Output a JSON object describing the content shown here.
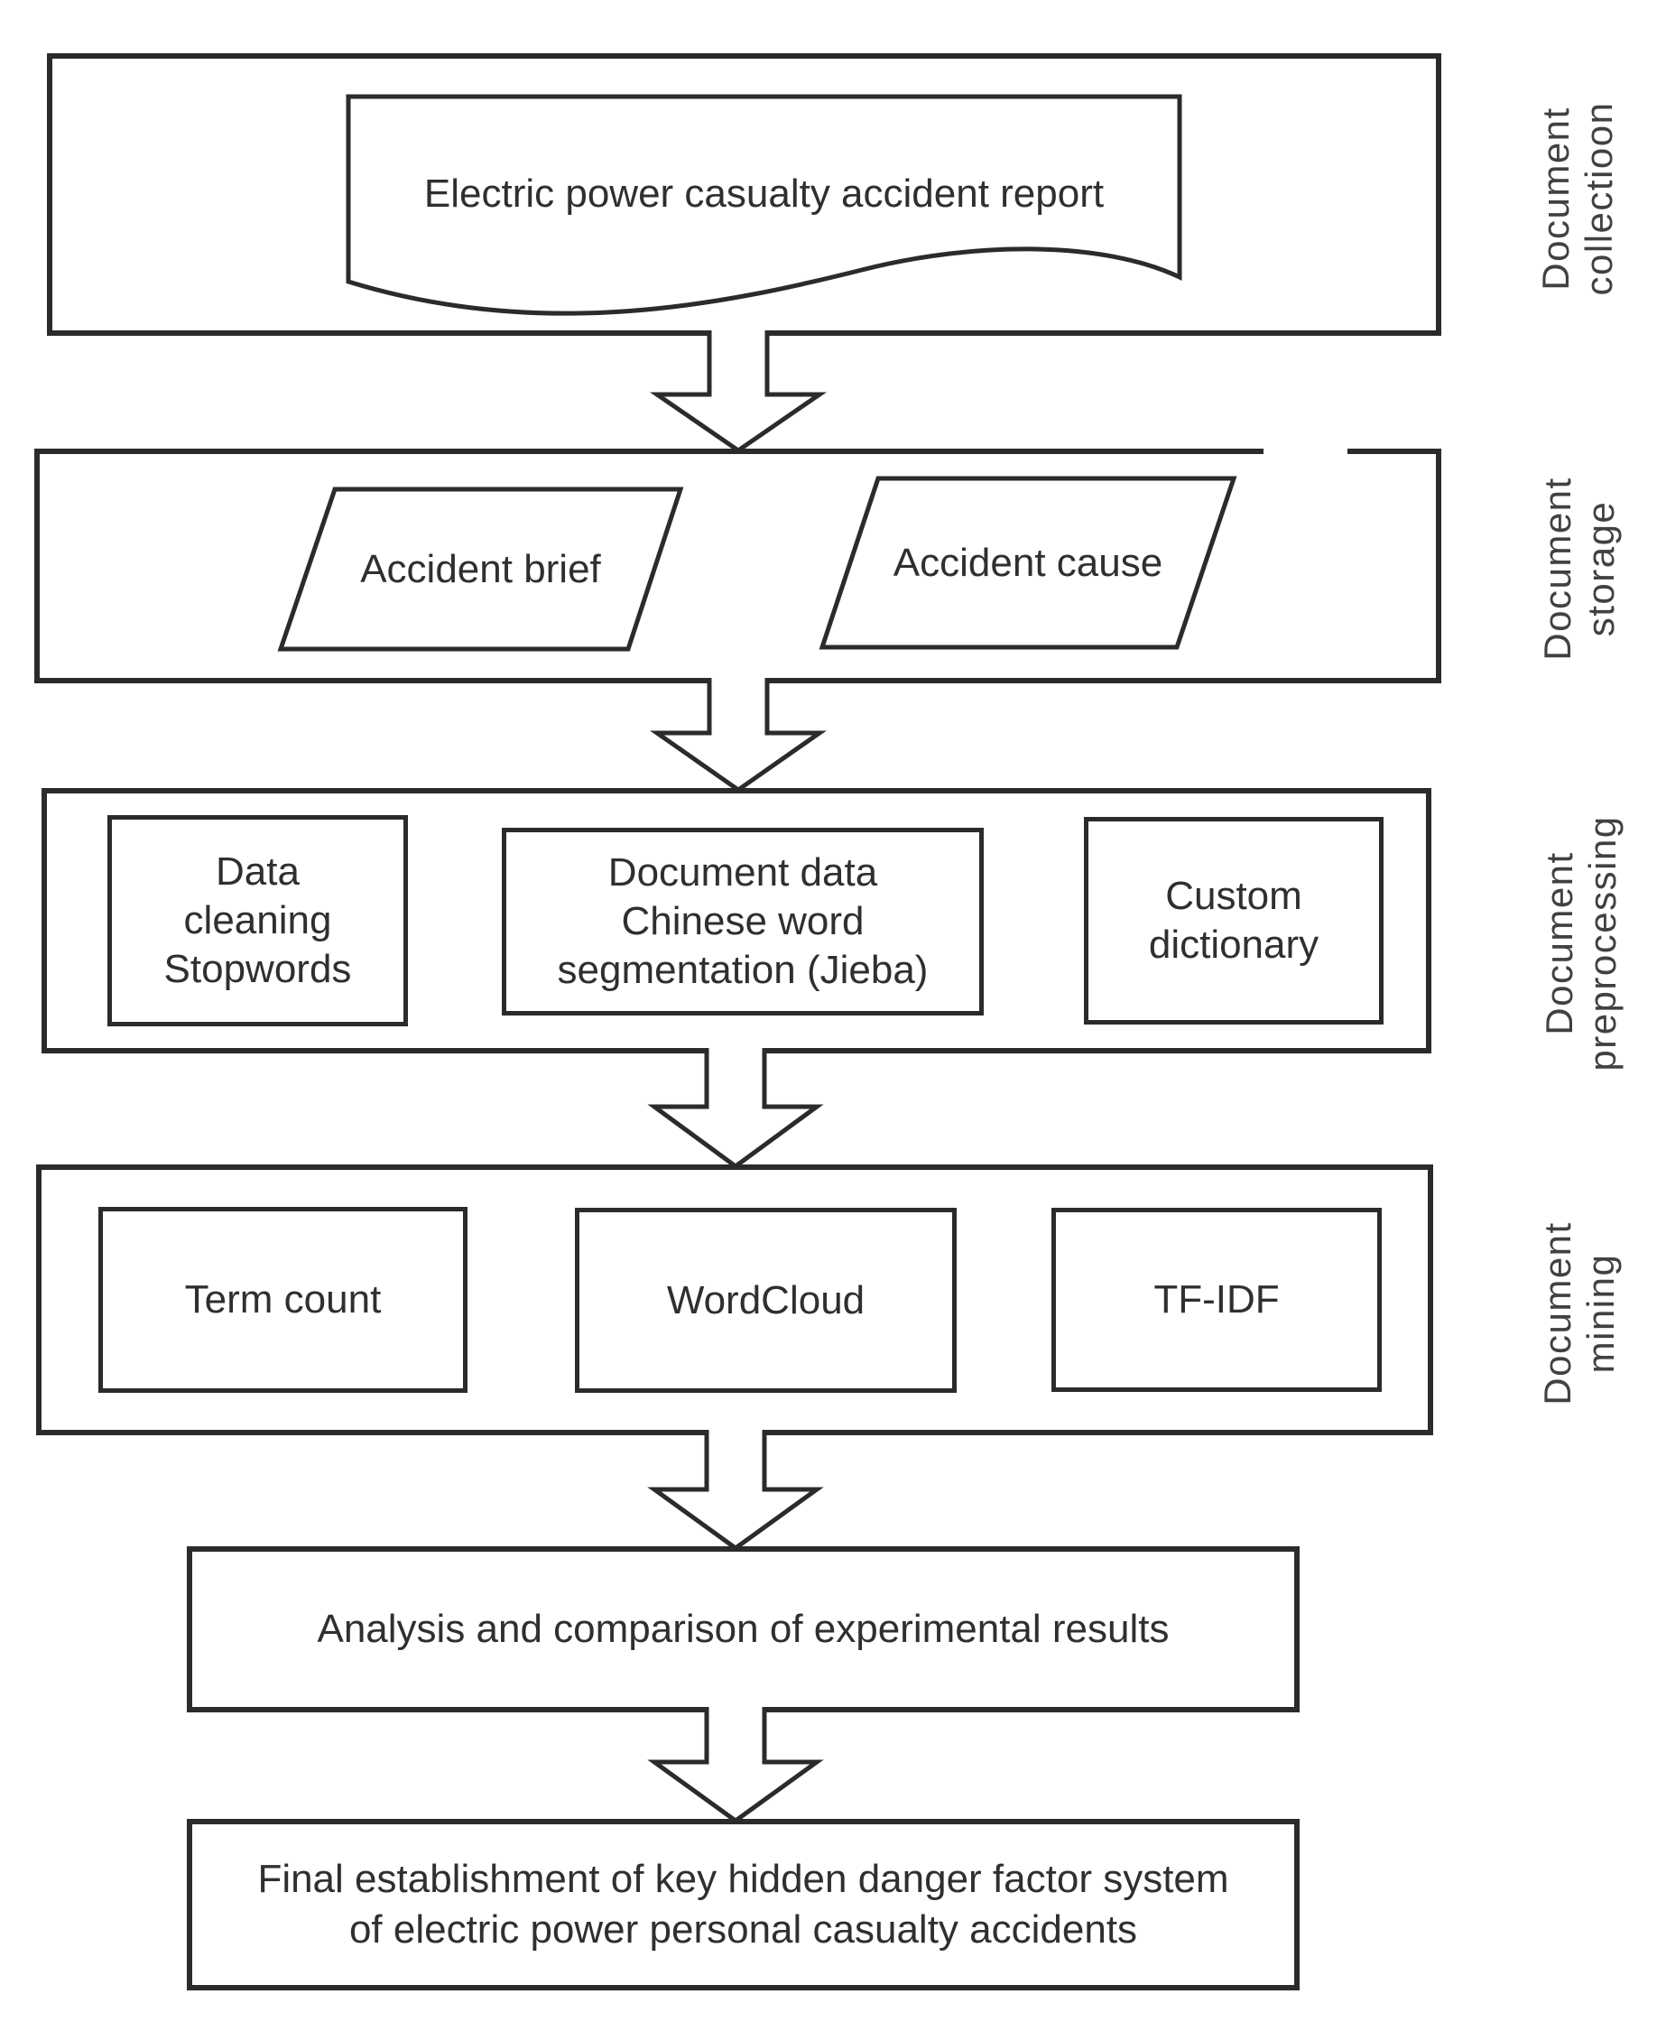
{
  "colors": {
    "background": "#ffffff",
    "line": "#2b2b2b",
    "text": "#2f2f2f",
    "side_label": "#414141"
  },
  "stages": [
    {
      "id": "document-collection",
      "side_label": [
        "Document",
        "collectioon"
      ],
      "document_shape_text": "Electric power casualty accident report"
    },
    {
      "id": "document-storage",
      "side_label": [
        "Document",
        "storage"
      ],
      "parallelograms": [
        {
          "label": "Accident brief"
        },
        {
          "label": "Accident cause"
        }
      ]
    },
    {
      "id": "document-preprocessing",
      "side_label": [
        "Document",
        "preprocessing"
      ],
      "boxes": [
        {
          "lines": [
            "Data",
            "cleaning",
            "Stopwords"
          ]
        },
        {
          "lines": [
            "Document data",
            "Chinese word",
            "segmentation (Jieba)"
          ]
        },
        {
          "lines": [
            "Custom",
            "dictionary"
          ]
        }
      ]
    },
    {
      "id": "document-mining",
      "side_label": [
        "Document",
        "mining"
      ],
      "boxes": [
        {
          "lines": [
            "Term count"
          ]
        },
        {
          "lines": [
            "WordCloud"
          ]
        },
        {
          "lines": [
            "TF-IDF"
          ]
        }
      ]
    }
  ],
  "result_boxes": [
    {
      "lines": [
        "Analysis and comparison of experimental results"
      ]
    },
    {
      "lines": [
        "Final establishment of key hidden danger factor system",
        "of electric power personal casualty accidents"
      ]
    }
  ],
  "connectors": {
    "style": "hollow-down-arrow",
    "count": 5
  }
}
